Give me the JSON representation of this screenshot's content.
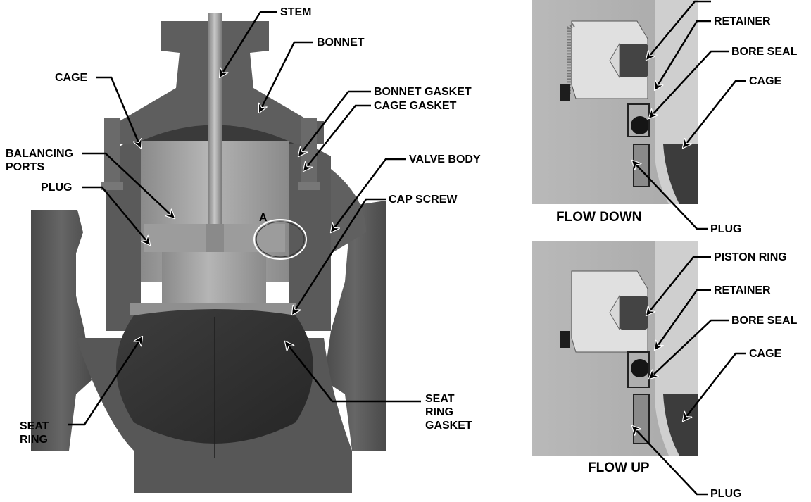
{
  "main_view": {
    "labels": {
      "stem": "STEM",
      "bonnet": "BONNET",
      "cage": "CAGE",
      "bonnet_gasket": "BONNET GASKET",
      "cage_gasket": "CAGE GASKET",
      "balancing_ports": [
        "BALANCING",
        "PORTS"
      ],
      "valve_body": "VALVE BODY",
      "plug": "PLUG",
      "cap_screw": "CAP SCREW",
      "detail_marker": "A",
      "seat_ring_gasket": [
        "SEAT",
        "RING",
        "GASKET"
      ],
      "seat_ring": [
        "SEAT",
        "RING"
      ]
    }
  },
  "detail_flow_down": {
    "caption": "FLOW DOWN",
    "labels": {
      "retainer": "RETAINER",
      "bore_seal": "BORE SEAL",
      "cage": "CAGE",
      "plug": "PLUG"
    }
  },
  "detail_flow_up": {
    "caption": "FLOW UP",
    "labels": {
      "piston_ring": "PISTON RING",
      "retainer": "RETAINER",
      "bore_seal": "BORE SEAL",
      "cage": "CAGE",
      "plug": "PLUG"
    }
  }
}
